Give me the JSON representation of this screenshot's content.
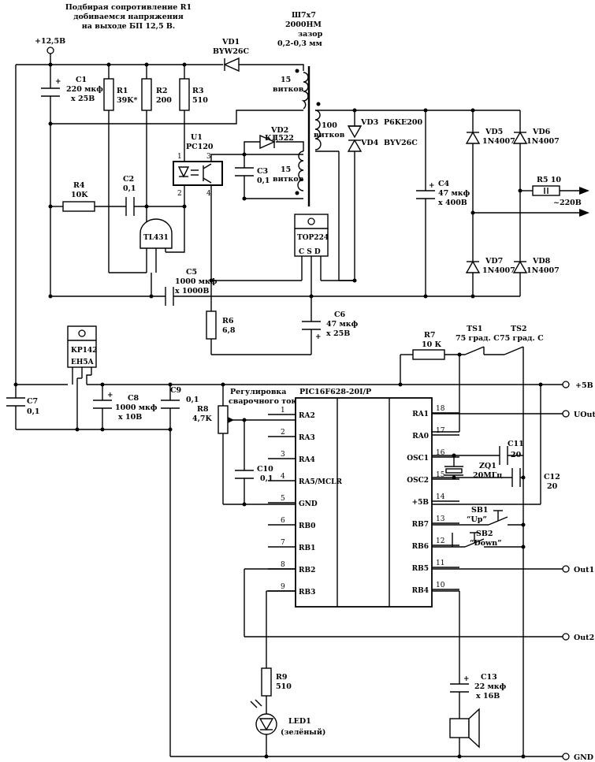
{
  "title_note": [
    "Подбирая сопротивление R1",
    "добиваемся напряжения",
    "на выходе БП 12,5 В."
  ],
  "supply_label": "+12,5В",
  "transformer": [
    "Ш7x7",
    "2000НМ",
    "зазор",
    "0,2-0,3 мм"
  ],
  "winding_primary": [
    "15",
    "витков"
  ],
  "winding_main": [
    "100",
    "витков"
  ],
  "winding_aux": [
    "15",
    "витков"
  ],
  "components": {
    "vd1": [
      "VD1",
      "BYW26C"
    ],
    "vd2": [
      "VD2",
      "КД522"
    ],
    "vd3": "VD3",
    "vd3_part": "P6KE200",
    "vd4": "VD4",
    "vd4_part": "BYV26C",
    "vd5": [
      "VD5",
      "1N4007"
    ],
    "vd6": [
      "VD6",
      "1N4007"
    ],
    "vd7": [
      "VD7",
      "1N4007"
    ],
    "vd8": [
      "VD8",
      "1N4007"
    ],
    "c1": [
      "C1",
      "220 мкф",
      "x 25В"
    ],
    "r1": [
      "R1",
      "39K*"
    ],
    "r2": [
      "R2",
      "200"
    ],
    "r3": [
      "R3",
      "510"
    ],
    "u1": [
      "U1",
      "PC120"
    ],
    "r4": [
      "R4",
      "10K"
    ],
    "c2": [
      "C2",
      "0,1"
    ],
    "c3": [
      "C3",
      "0,1"
    ],
    "tl431": "TL431",
    "c5": [
      "C5",
      "1000 мкф",
      "x 1000В"
    ],
    "top224": "TOP224",
    "top224_pins": "C S D",
    "c4": [
      "C4",
      "47 мкф",
      "x 400В"
    ],
    "r5": "R5  10",
    "mains": "~220В",
    "r6": [
      "R6",
      "6,8"
    ],
    "c6": [
      "C6",
      "47 мкф",
      "x 25В"
    ],
    "r7": [
      "R7",
      "10 К"
    ],
    "ts1": [
      "TS1",
      "75 град. С"
    ],
    "ts2": [
      "TS2",
      "75 град. С"
    ],
    "kr142": [
      "KP142",
      "EH5A"
    ],
    "c7": [
      "C7",
      "0,1"
    ],
    "c8": [
      "C8",
      "1000 мкф",
      "x 10В"
    ],
    "c9": [
      "C9",
      "0,1"
    ],
    "r8": [
      "R8",
      "4,7K"
    ],
    "r8_note": [
      "Регулировка",
      "сварочного тока"
    ],
    "c10": [
      "C10",
      "0,1"
    ],
    "c11": [
      "C11",
      "20"
    ],
    "zq1": [
      "ZQ1",
      "20МГц"
    ],
    "c12": [
      "C12",
      "20"
    ],
    "sb1": [
      "SB1",
      "“Up”"
    ],
    "sb2": [
      "SB2",
      "“Down”"
    ],
    "r9": [
      "R9",
      "510"
    ],
    "led1": [
      "LED1",
      "(зелёный)"
    ],
    "c13": [
      "C13",
      "22 мкф",
      "x 16В"
    ]
  },
  "mcu": {
    "name": "PIC16F628-20I/P",
    "left_pins": [
      {
        "num": "1",
        "name": "RA2"
      },
      {
        "num": "2",
        "name": "RA3"
      },
      {
        "num": "3",
        "name": "RA4"
      },
      {
        "num": "4",
        "name": "RA5/MCLR"
      },
      {
        "num": "5",
        "name": "GND"
      },
      {
        "num": "6",
        "name": "RB0"
      },
      {
        "num": "7",
        "name": "RB1"
      },
      {
        "num": "8",
        "name": "RB2"
      },
      {
        "num": "9",
        "name": "RB3"
      }
    ],
    "right_pins": [
      {
        "num": "18",
        "name": "RA1"
      },
      {
        "num": "17",
        "name": "RA0"
      },
      {
        "num": "16",
        "name": "OSC1"
      },
      {
        "num": "15",
        "name": "OSC2"
      },
      {
        "num": "14",
        "name": "+5B"
      },
      {
        "num": "13",
        "name": "RB7"
      },
      {
        "num": "12",
        "name": "RB6"
      },
      {
        "num": "11",
        "name": "RB5"
      },
      {
        "num": "10",
        "name": "RB4"
      }
    ]
  },
  "outputs": {
    "p5v": "+5B",
    "uout": "UOut",
    "out1": "Out1",
    "out2": "Out2",
    "gnd": "GND"
  },
  "pins_u1": [
    "1",
    "2",
    "3",
    "4"
  ]
}
